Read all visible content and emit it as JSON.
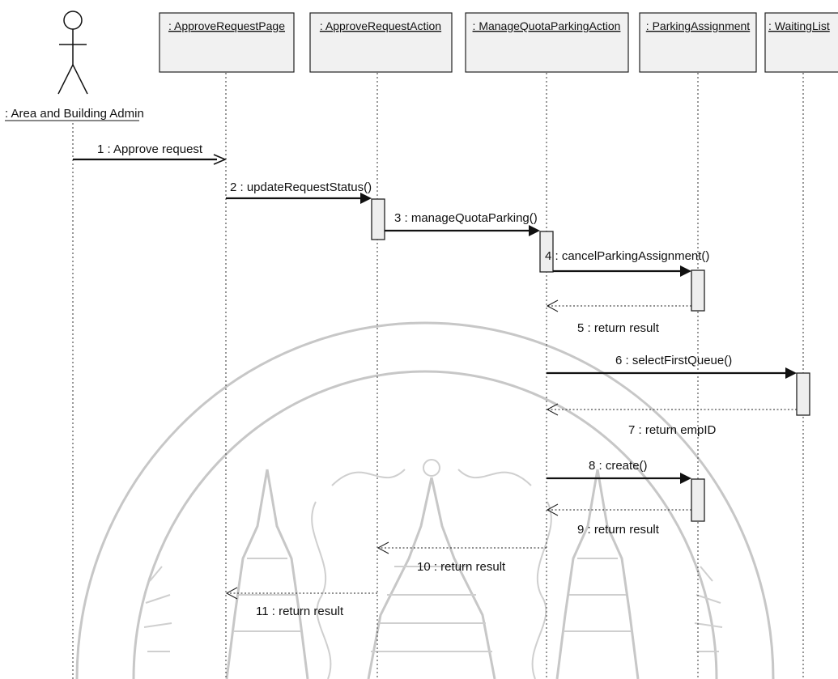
{
  "actor": {
    "label": ": Area and Building Admin"
  },
  "objects": [
    {
      "label": ": ApproveRequestPage"
    },
    {
      "label": ": ApproveRequestAction"
    },
    {
      "label": ": ManageQuotaParkingAction"
    },
    {
      "label": ": ParkingAssignment"
    },
    {
      "label": ": WaitingList"
    }
  ],
  "messages": [
    {
      "label": "1 : Approve request"
    },
    {
      "label": "2 : updateRequestStatus()"
    },
    {
      "label": "3 : manageQuotaParking()"
    },
    {
      "label": "4 : cancelParkingAssignment()"
    },
    {
      "label": "5 : return result"
    },
    {
      "label": "6 : selectFirstQueue()"
    },
    {
      "label": "7 : return empID"
    },
    {
      "label": "8 : create()"
    },
    {
      "label": "9 : return result"
    },
    {
      "label": "10 : return result"
    },
    {
      "label": "11 : return result"
    }
  ],
  "colors": {
    "line": "#111111",
    "object_fill": "#f1f1f1",
    "watermark": "#c7c7c7"
  }
}
